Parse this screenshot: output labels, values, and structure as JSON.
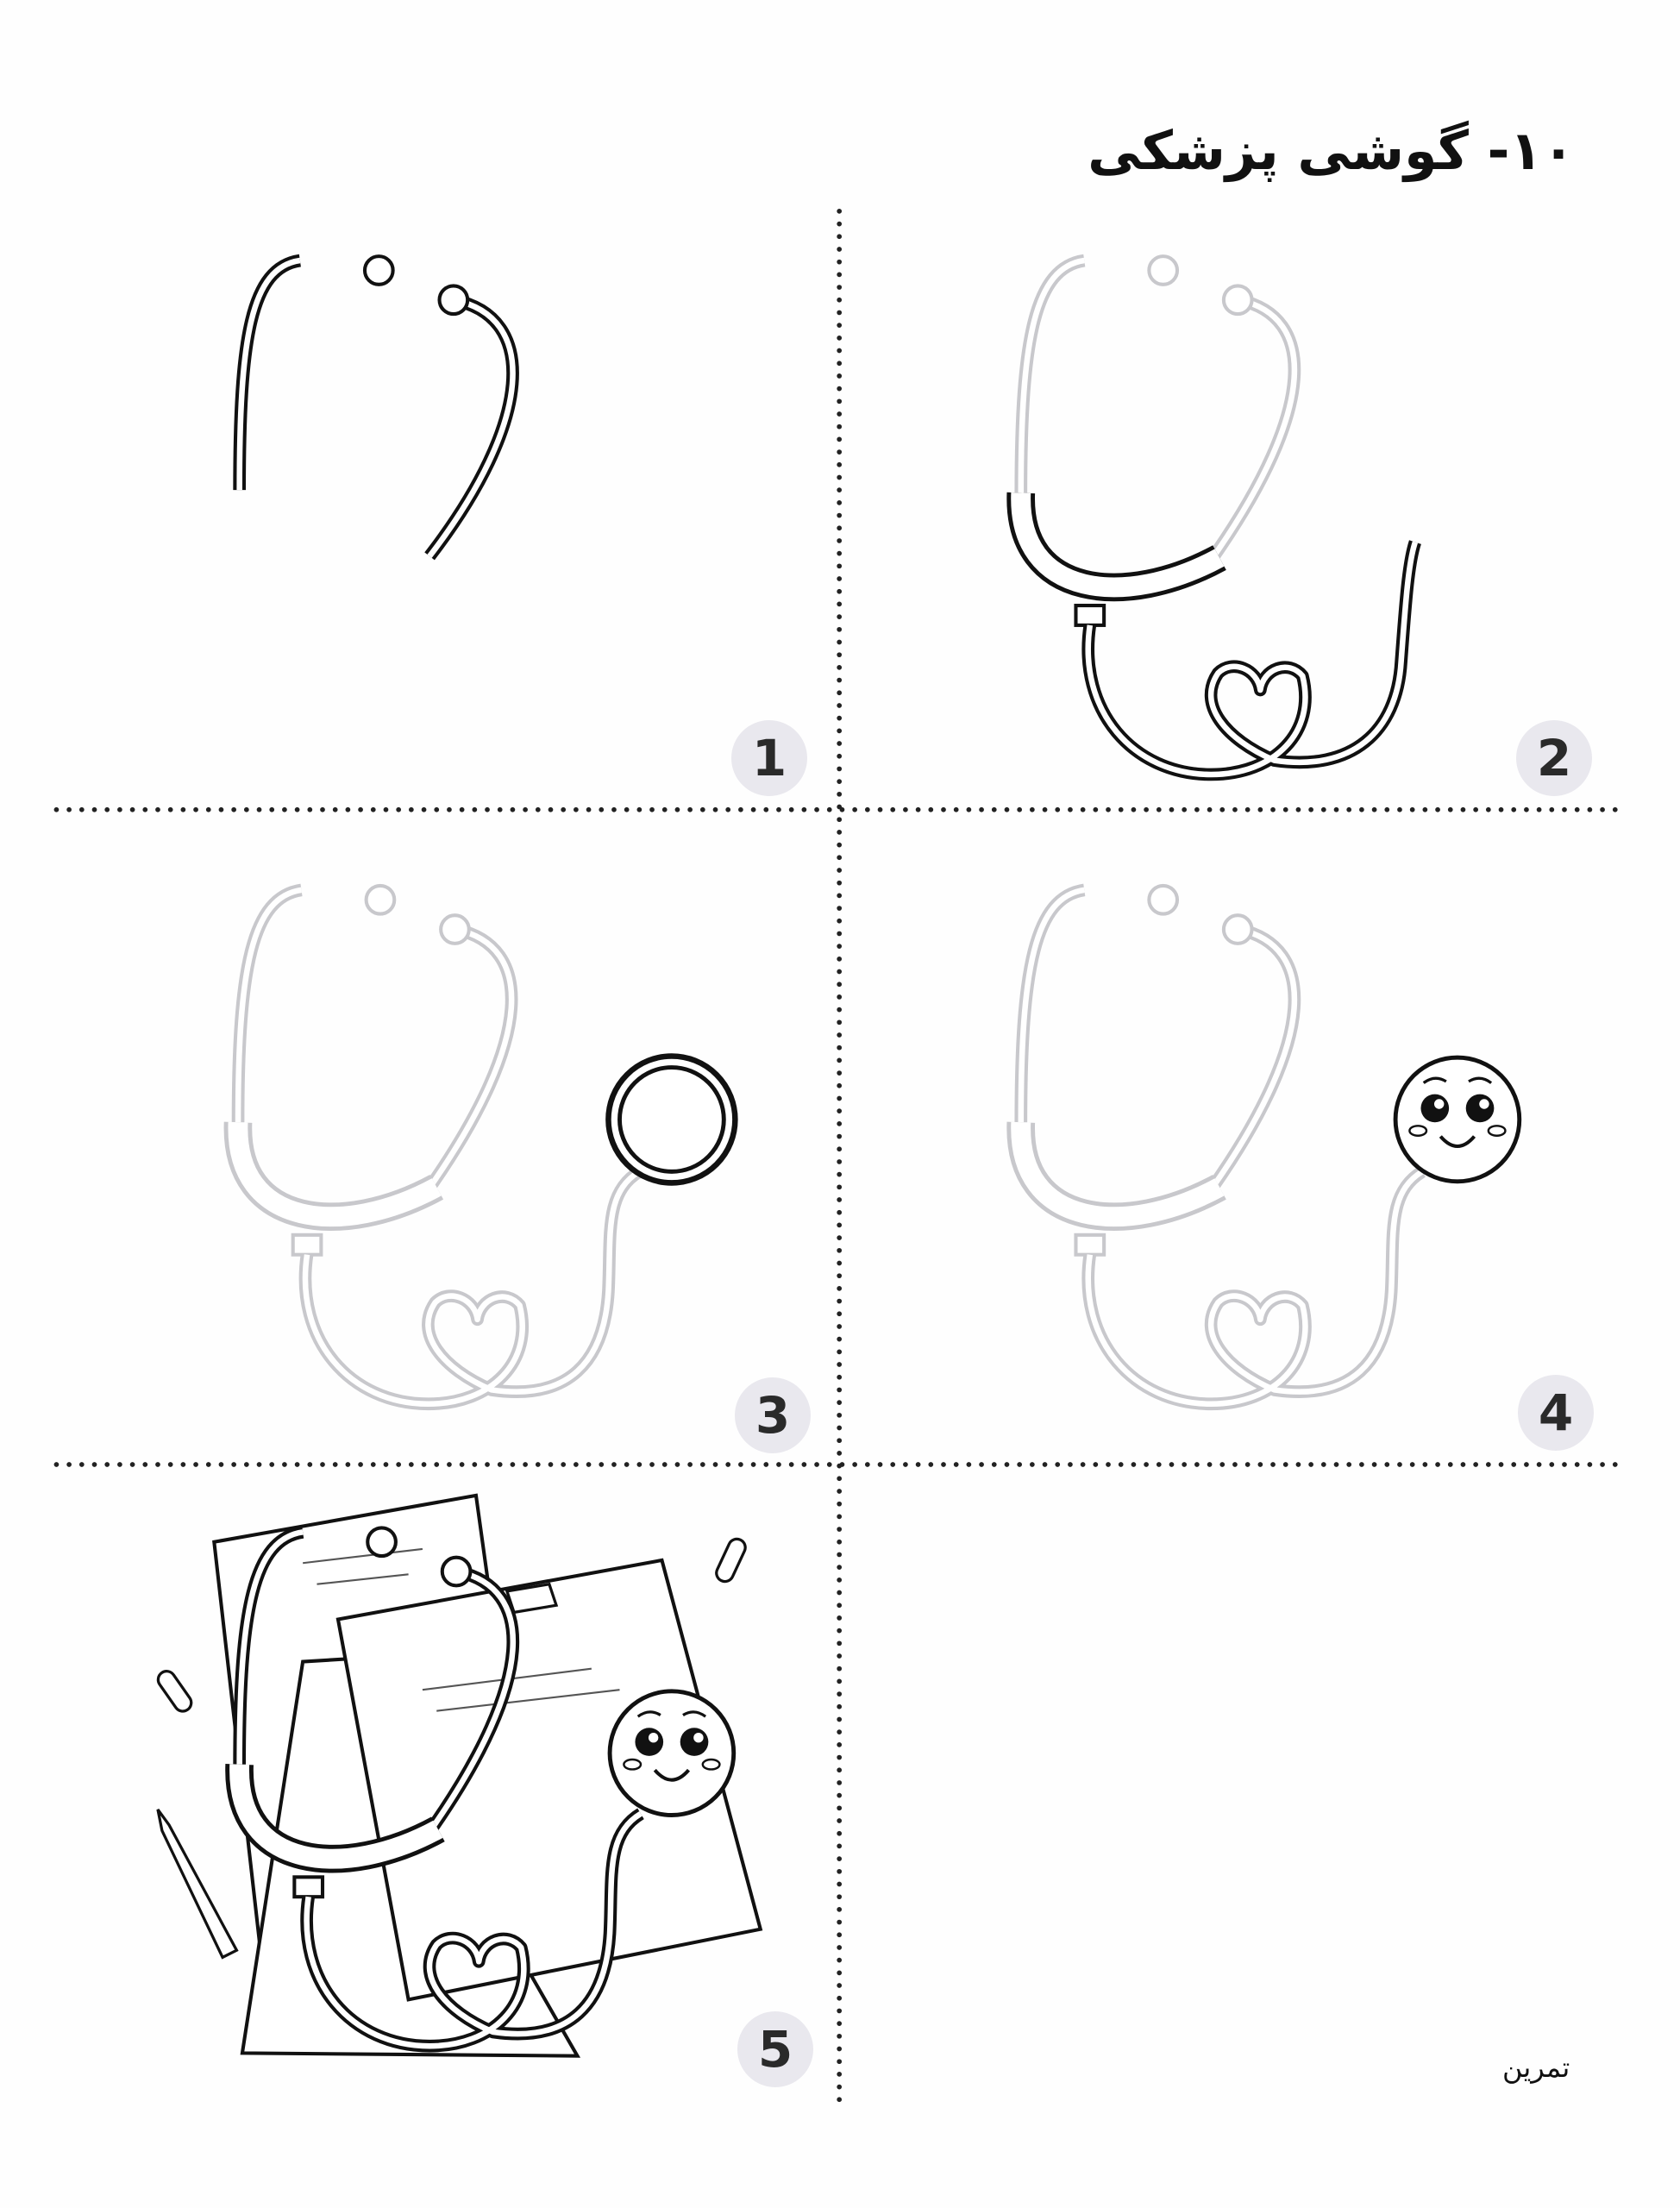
{
  "header": {
    "title": "۱۰- گوشی پزشکی"
  },
  "steps": [
    {
      "number": "1"
    },
    {
      "number": "2"
    },
    {
      "number": "3"
    },
    {
      "number": "4"
    },
    {
      "number": "5"
    }
  ],
  "footer": {
    "practice_label": "تمرین"
  },
  "colors": {
    "ink": "#111111",
    "guide": "#c8c8cc",
    "badge": "#e9e8ee"
  }
}
